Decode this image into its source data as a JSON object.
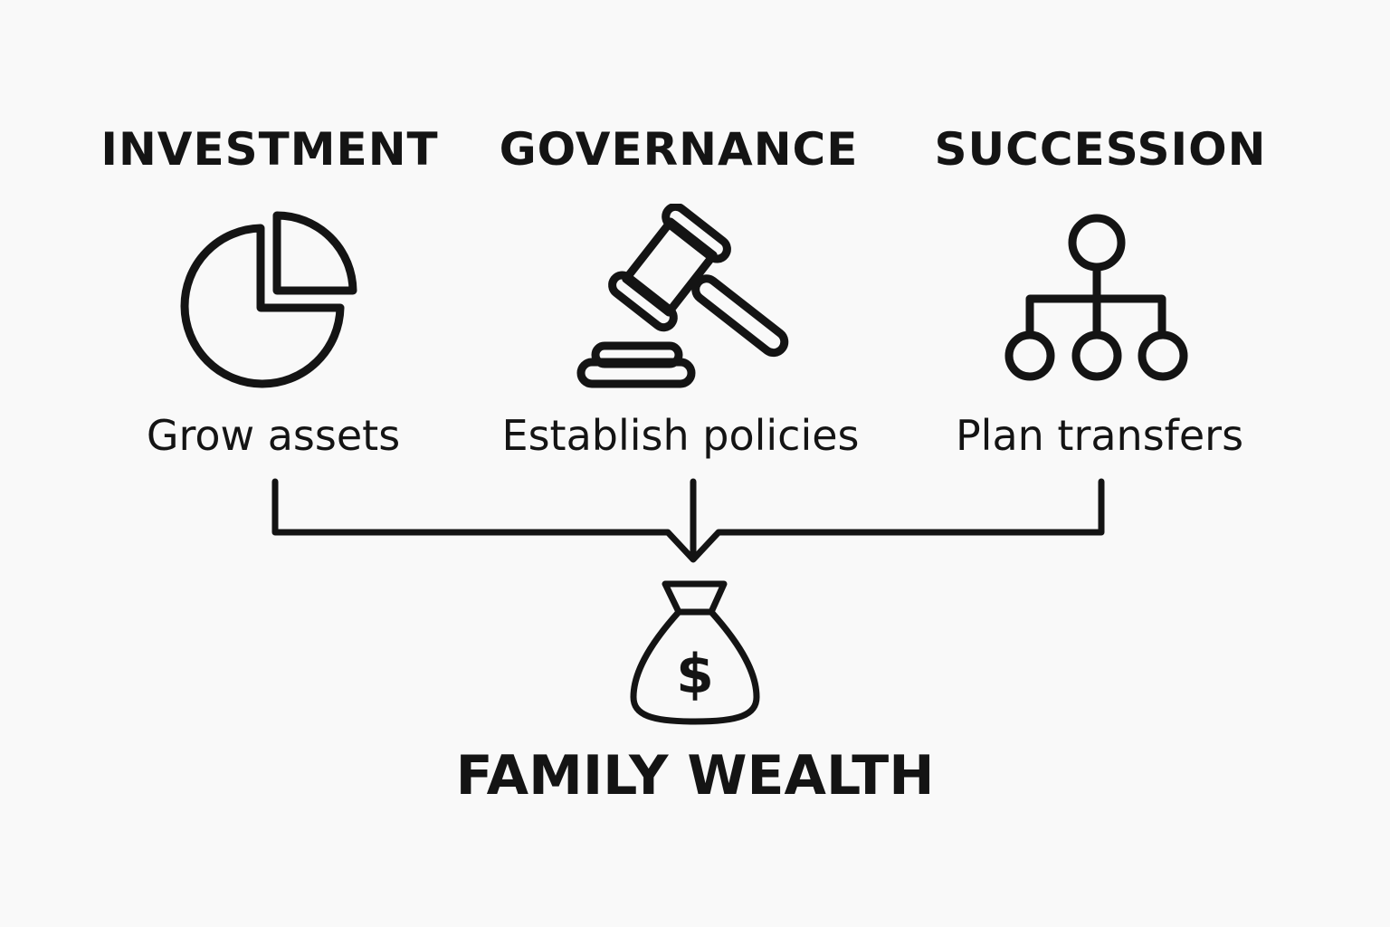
{
  "pillars": [
    {
      "heading": "INVESTMENT",
      "description": "Grow assets",
      "icon": "pie-chart-icon"
    },
    {
      "heading": "GOVERNANCE",
      "description": "Establish policies",
      "icon": "gavel-icon"
    },
    {
      "heading": "SUCCESSION",
      "description": "Plan transfers",
      "icon": "hierarchy-icon"
    }
  ],
  "result": {
    "label": "FAMILY WEALTH",
    "icon": "money-bag-icon",
    "symbol": "$"
  },
  "colors": {
    "background": "#f9f9f9",
    "stroke": "#141414"
  }
}
